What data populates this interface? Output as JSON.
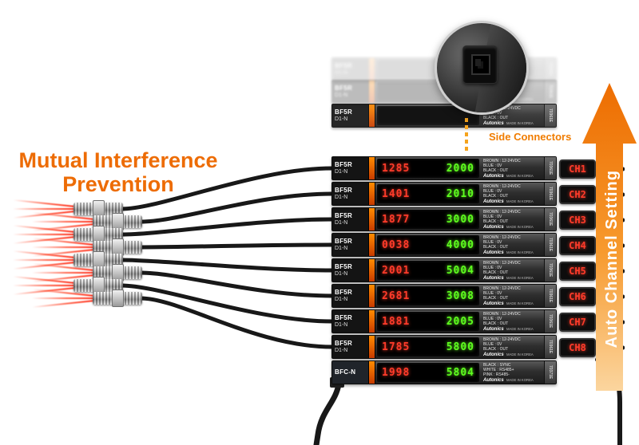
{
  "title": {
    "line1": "Mutual Interference",
    "line2": "Prevention"
  },
  "labels": {
    "side_connectors": "Side Connectors",
    "auto_channel": "Auto Channel Setting"
  },
  "colors": {
    "accent_orange": "#ed6c05",
    "arrow_orange": "#ed6c00",
    "beam_red": "#ff2a14",
    "segment_red": "#ff3b2a",
    "segment_green": "#5dff1e"
  },
  "amp_common": {
    "model": "BF5R",
    "sub": "D1-N",
    "wire1": "BROWN : 12-24VDC",
    "wire2": "BLUE : 0V",
    "wire3": "BLACK : OUT",
    "brand": "Autonics",
    "origin": "MADE IN KOREA",
    "part": "70361E"
  },
  "amplifiers": [
    {
      "red_value": "1285",
      "green_value": "2000",
      "channel": "CH1"
    },
    {
      "red_value": "1401",
      "green_value": "2010",
      "channel": "CH2"
    },
    {
      "red_value": "1877",
      "green_value": "3000",
      "channel": "CH3"
    },
    {
      "red_value": "0038",
      "green_value": "4000",
      "channel": "CH4"
    },
    {
      "red_value": "2001",
      "green_value": "5004",
      "channel": "CH5"
    },
    {
      "red_value": "2681",
      "green_value": "3008",
      "channel": "CH6"
    },
    {
      "red_value": "1881",
      "green_value": "2005",
      "channel": "CH7"
    },
    {
      "red_value": "1785",
      "green_value": "5800",
      "channel": "CH8"
    }
  ],
  "converter": {
    "model": "BFC-N",
    "sub": "",
    "red_value": "1998",
    "green_value": "5804",
    "wire1": "BLACK : SYNC",
    "wire2": "WHITE : RS485+",
    "wire3": "PINK : RS485-",
    "brand": "Autonics",
    "origin": "MADE IN KOREA",
    "part": "70371E"
  },
  "ghost_unit": {
    "red_value": "",
    "green_value": ""
  }
}
